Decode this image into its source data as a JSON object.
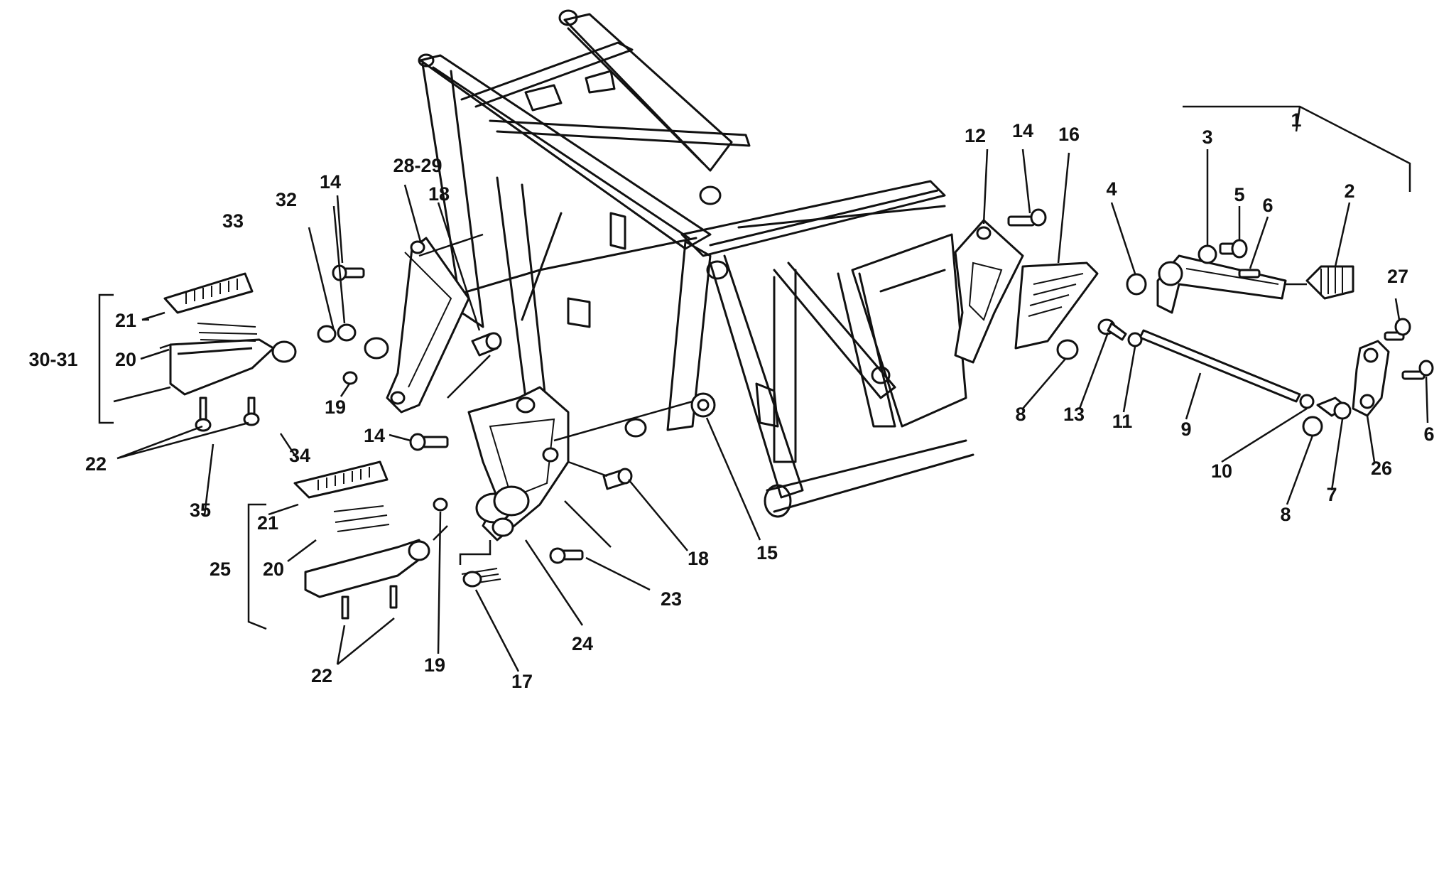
{
  "callouts": {
    "c1": "1",
    "c2": "2",
    "c3": "3",
    "c4": "4",
    "c5": "5",
    "c6a": "6",
    "c6b": "6",
    "c7": "7",
    "c8a": "8",
    "c8b": "8",
    "c9": "9",
    "c10": "10",
    "c11": "11",
    "c12": "12",
    "c13": "13",
    "c14a": "14",
    "c14b": "14",
    "c14c": "14",
    "c15": "15",
    "c16": "16",
    "c17": "17",
    "c18a": "18",
    "c18b": "18",
    "c19a": "19",
    "c19b": "19",
    "c20a": "20",
    "c20b": "20",
    "c21a": "21",
    "c21b": "21",
    "c22a": "22",
    "c22b": "22",
    "c23": "23",
    "c24": "24",
    "c25": "25",
    "c26": "26",
    "c27": "27",
    "c2829": "28-29",
    "c3031": "30-31",
    "c32": "32",
    "c33": "33",
    "c34": "34",
    "c35": "35"
  }
}
